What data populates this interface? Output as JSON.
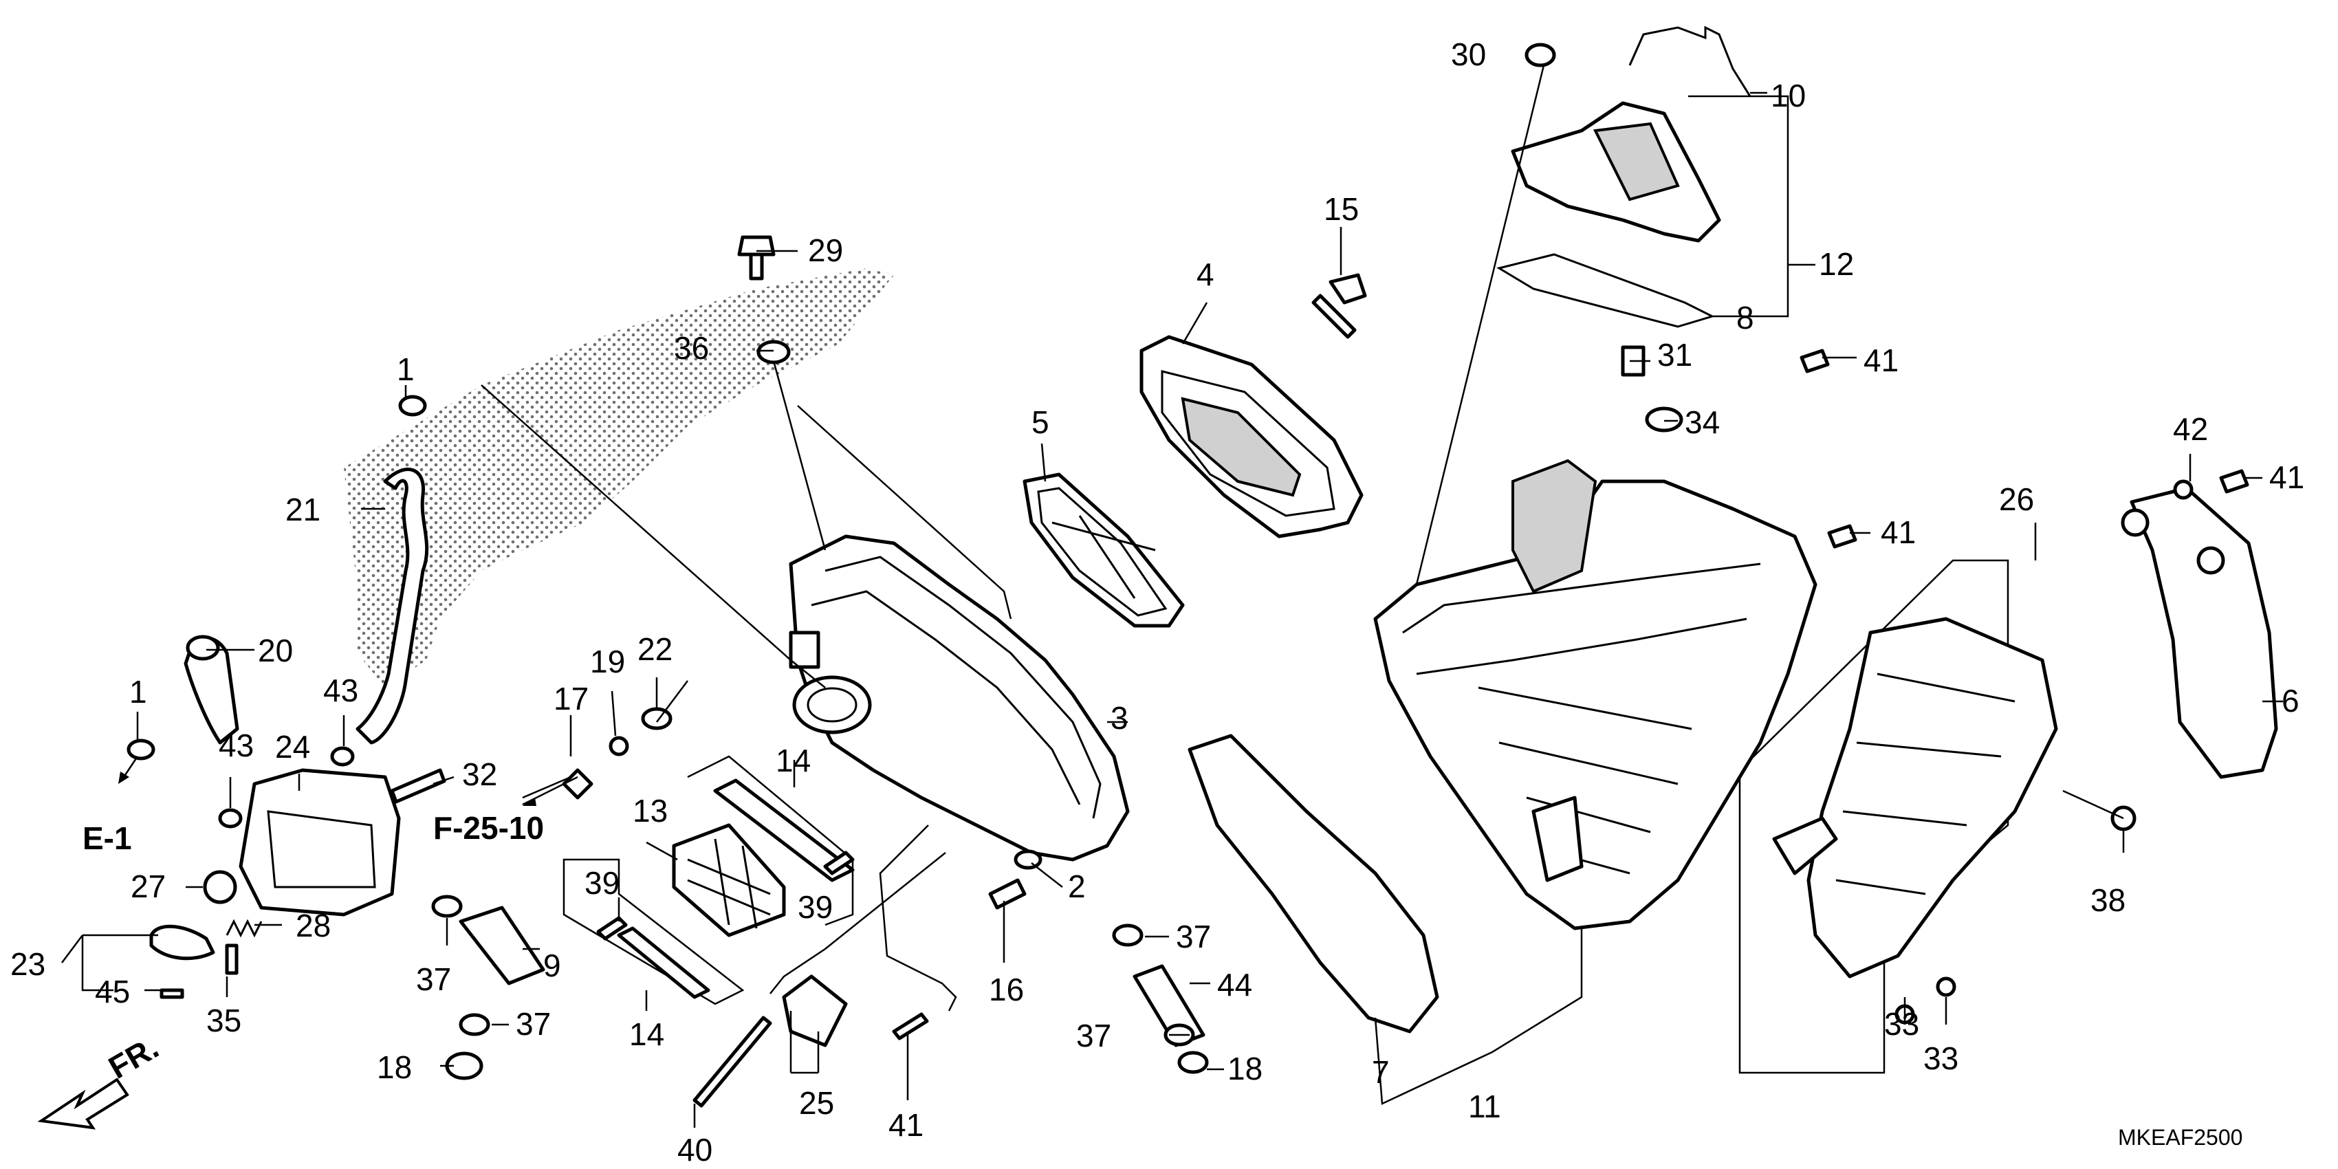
{
  "diagram_code": "MKEAF2500",
  "reference_labels": {
    "ref_e1": "E-1",
    "ref_f25": "F-25-10",
    "front_arrow": "FR."
  },
  "callouts": {
    "c1a": "1",
    "c1b": "1",
    "c2": "2",
    "c3": "3",
    "c4": "4",
    "c5": "5",
    "c6": "6",
    "c7": "7",
    "c8": "8",
    "c9": "9",
    "c10": "10",
    "c11": "11",
    "c12": "12",
    "c13": "13",
    "c14a": "14",
    "c14b": "14",
    "c15": "15",
    "c16": "16",
    "c17": "17",
    "c18a": "18",
    "c18b": "18",
    "c19": "19",
    "c20": "20",
    "c21": "21",
    "c22": "22",
    "c23": "23",
    "c24": "24",
    "c25": "25",
    "c26": "26",
    "c27": "27",
    "c28": "28",
    "c29": "29",
    "c30": "30",
    "c31": "31",
    "c32": "32",
    "c33a": "33",
    "c33b": "33",
    "c34": "34",
    "c35": "35",
    "c36": "36",
    "c37a": "37",
    "c37b": "37",
    "c37c": "37",
    "c37d": "37",
    "c38": "38",
    "c39a": "39",
    "c39b": "39",
    "c40": "40",
    "c41a": "41",
    "c41b": "41",
    "c41c": "41",
    "c41d": "41",
    "c42": "42",
    "c43a": "43",
    "c43b": "43",
    "c44": "44",
    "c45": "45"
  }
}
